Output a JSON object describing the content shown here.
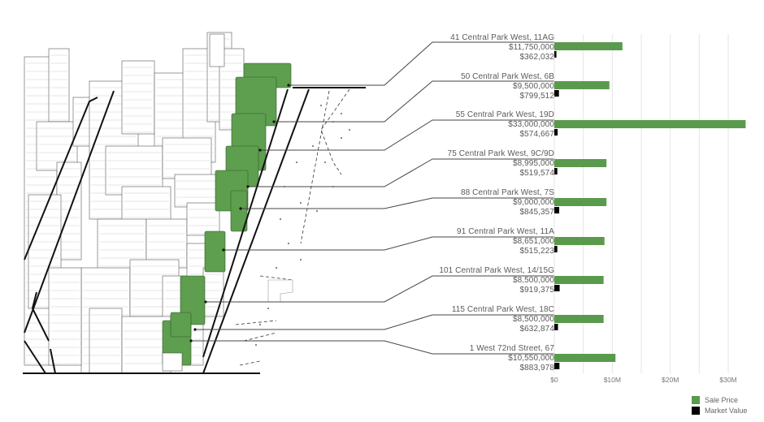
{
  "colors": {
    "sale_price": "#5a9a4c",
    "market_value": "#000000",
    "gridline": "#e6e6e6",
    "leader": "#444444",
    "building_green": "#5e9e4f"
  },
  "illustration": {
    "description_icon": "isometric-city-illustration"
  },
  "chart_data": {
    "type": "bar",
    "orientation": "horizontal",
    "title": "",
    "xlabel": "",
    "ylabel": "",
    "xlim": [
      0,
      33000000
    ],
    "grid": true,
    "legend_position": "bottom-right",
    "x_ticks": [
      {
        "value": 0,
        "label": "$0"
      },
      {
        "value": 10000000,
        "label": "$10M"
      },
      {
        "value": 20000000,
        "label": "$20M"
      },
      {
        "value": 30000000,
        "label": "$30M"
      }
    ],
    "categories": [
      "41 Central Park West, 11AG",
      "50 Central Park West, 6B",
      "55 Central Park West, 19D",
      "75 Central Park West, 9C/9D",
      "88 Central Park West, 7S",
      "91 Central Park West, 11A",
      "101 Central Park West, 14/15G",
      "115 Central Park West, 18C",
      "1 West 72nd Street, 67"
    ],
    "series": [
      {
        "name": "Sale Price",
        "values": [
          11750000,
          9500000,
          33000000,
          8995000,
          9000000,
          8651000,
          8500000,
          8500000,
          10550000
        ],
        "labels": [
          "$11,750,000",
          "$9,500,000",
          "$33,000,000",
          "$8,995,000",
          "$9,000,000",
          "$8,651,000",
          "$8,500,000",
          "$8,500,000",
          "$10,550,000"
        ]
      },
      {
        "name": "Market Value",
        "values": [
          362032,
          799512,
          574667,
          519574,
          845357,
          515223,
          919375,
          632874,
          883978
        ],
        "labels": [
          "$362,032",
          "$799,512",
          "$574,667",
          "$519,574",
          "$845,357",
          "$515,223",
          "$919,375",
          "$632,874",
          "$883,978"
        ]
      }
    ]
  },
  "legend": {
    "items": [
      {
        "label": "Sale Price"
      },
      {
        "label": "Market Value"
      }
    ]
  }
}
